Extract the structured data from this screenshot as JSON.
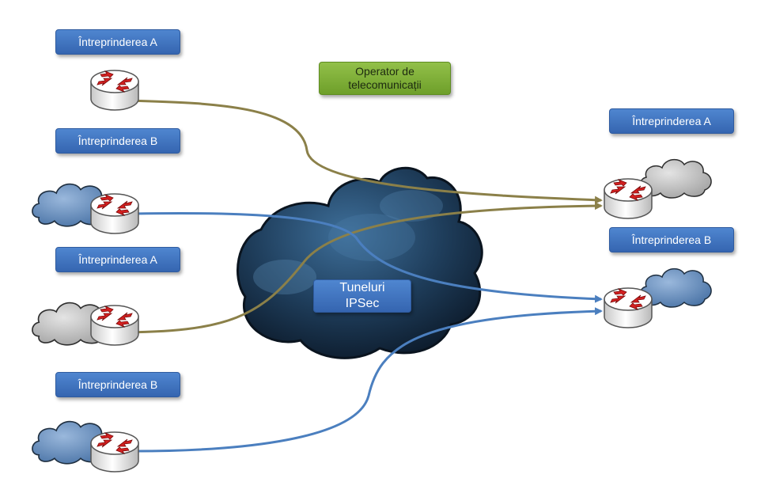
{
  "labels": {
    "left_1": "Întreprinderea A",
    "left_2": "Întreprinderea B",
    "left_3": "Întreprinderea A",
    "left_4": "Întreprinderea B",
    "right_1": "Întreprinderea A",
    "right_2": "Întreprinderea B",
    "operator_line1": "Operator de",
    "operator_line2": "telecomunicații",
    "tunnel_line1": "Tuneluri",
    "tunnel_line2": "IPSec"
  },
  "colors": {
    "enterprise_a_link": "#8b8049",
    "enterprise_b_link": "#4b7fbf",
    "label_blue": "#3f72bf",
    "label_green": "#7fb13a",
    "router_arrow": "#d42020",
    "central_cloud": "#1e3a55",
    "grey_cloud": "#bcbcbc",
    "blue_cloud": "#5d86b8"
  },
  "icons": [
    "router-icon",
    "cloud-icon",
    "arrow-head-icon"
  ]
}
